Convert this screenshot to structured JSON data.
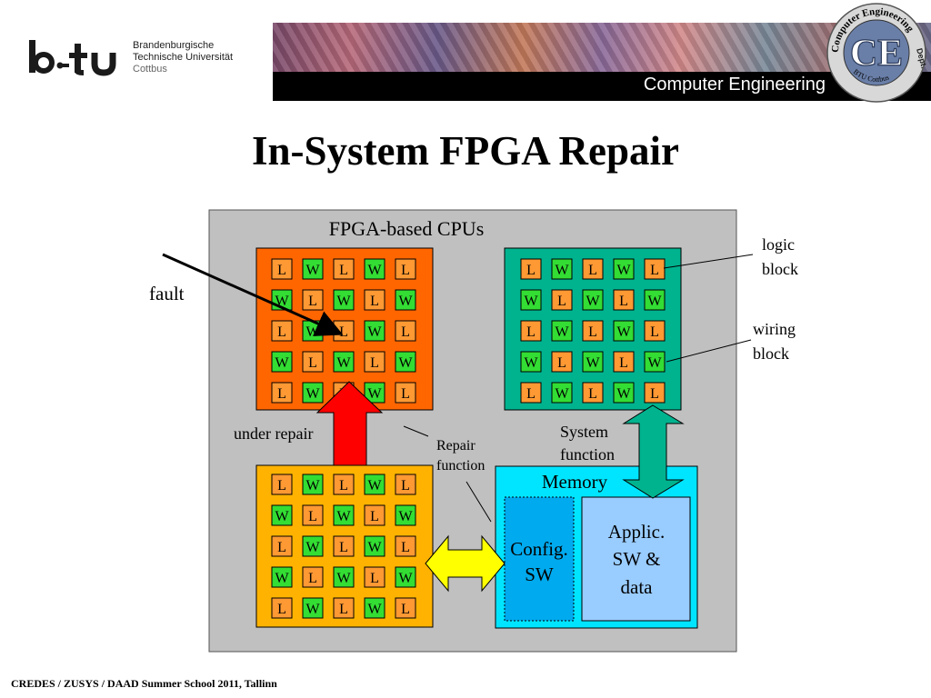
{
  "header": {
    "logo_lines": [
      "Brandenburgische",
      "Technische Universität",
      "Cottbus"
    ],
    "banner_title": "Computer Engineering",
    "seal_monogram": "CE",
    "seal_ring_top": "Computer Engineering",
    "seal_ring_right": "Dept.",
    "seal_ring_bottom": "BTU Cottbus"
  },
  "slide_title": "In-System FPGA Repair",
  "footer": "CREDES / ZUSYS / DAAD Summer School 2011, Tallinn",
  "diagram": {
    "container_label": "FPGA-based CPUs",
    "grid_pattern": [
      [
        "L",
        "W",
        "L",
        "W",
        "L"
      ],
      [
        "W",
        "L",
        "W",
        "L",
        "W"
      ],
      [
        "L",
        "W",
        "L",
        "W",
        "L"
      ],
      [
        "W",
        "L",
        "W",
        "L",
        "W"
      ],
      [
        "L",
        "W",
        "L",
        "W",
        "L"
      ]
    ],
    "fpga_colors": {
      "under_repair": "#ff6600",
      "system": "#00b38f",
      "repair": "#ffb300"
    },
    "cell_colors": {
      "L": "#ff9933",
      "W": "#33dd33"
    },
    "labels": {
      "fault": "fault",
      "logic_block_1": "logic",
      "logic_block_2": "block",
      "wiring_block_1": "wiring",
      "wiring_block_2": "block",
      "under_repair": "under repair",
      "repair_function_1": "Repair",
      "repair_function_2": "function",
      "system_function_1": "System",
      "system_function_2": "function",
      "memory": "Memory",
      "config_1": "Config.",
      "config_2": "SW",
      "applic_1": "Applic.",
      "applic_2": "SW &",
      "applic_3": "data"
    }
  }
}
